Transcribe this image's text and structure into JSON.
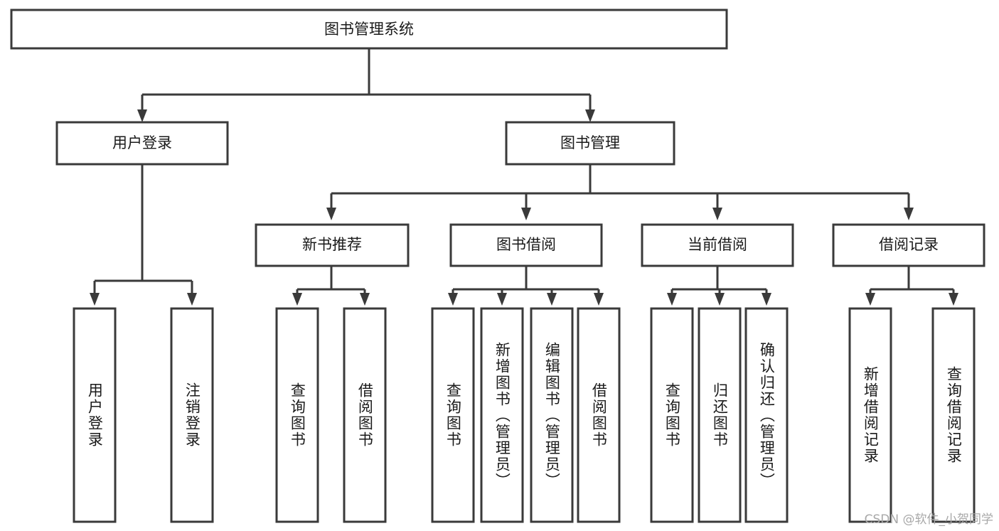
{
  "diagram": {
    "type": "tree-hierarchy",
    "title": "图书管理系统",
    "root": {
      "label": "图书管理系统",
      "orientation": "horizontal"
    },
    "level2": [
      {
        "label": "用户登录",
        "orientation": "horizontal"
      },
      {
        "label": "图书管理",
        "orientation": "horizontal"
      }
    ],
    "level3": [
      {
        "label": "新书推荐",
        "orientation": "horizontal"
      },
      {
        "label": "图书借阅",
        "orientation": "horizontal"
      },
      {
        "label": "当前借阅",
        "orientation": "horizontal"
      },
      {
        "label": "借阅记录",
        "orientation": "horizontal"
      }
    ],
    "leaves": {
      "user_login": [
        {
          "label": "用户登录",
          "orientation": "vertical"
        },
        {
          "label": "注销登录",
          "orientation": "vertical"
        }
      ],
      "new_book_recommend": [
        {
          "label": "查询图书",
          "orientation": "vertical"
        },
        {
          "label": "借阅图书",
          "orientation": "vertical"
        }
      ],
      "book_borrow": [
        {
          "label": "查询图书",
          "orientation": "vertical"
        },
        {
          "label": "新增图书（管理员）",
          "orientation": "vertical"
        },
        {
          "label": "编辑图书（管理员）",
          "orientation": "vertical"
        },
        {
          "label": "借阅图书",
          "orientation": "vertical"
        }
      ],
      "current_borrow": [
        {
          "label": "查询图书",
          "orientation": "vertical"
        },
        {
          "label": "归还图书",
          "orientation": "vertical"
        },
        {
          "label": "确认归还（管理员）",
          "orientation": "vertical"
        }
      ],
      "borrow_record": [
        {
          "label": "新增借阅记录",
          "orientation": "vertical"
        },
        {
          "label": "查询借阅记录",
          "orientation": "vertical"
        }
      ]
    }
  },
  "watermark": {
    "text": "CSDN @软件_小贺同学"
  },
  "colors": {
    "stroke": "#3a3a3a",
    "fill": "#ffffff",
    "text": "#1a1a1a",
    "watermark": "#a8a8a8"
  }
}
